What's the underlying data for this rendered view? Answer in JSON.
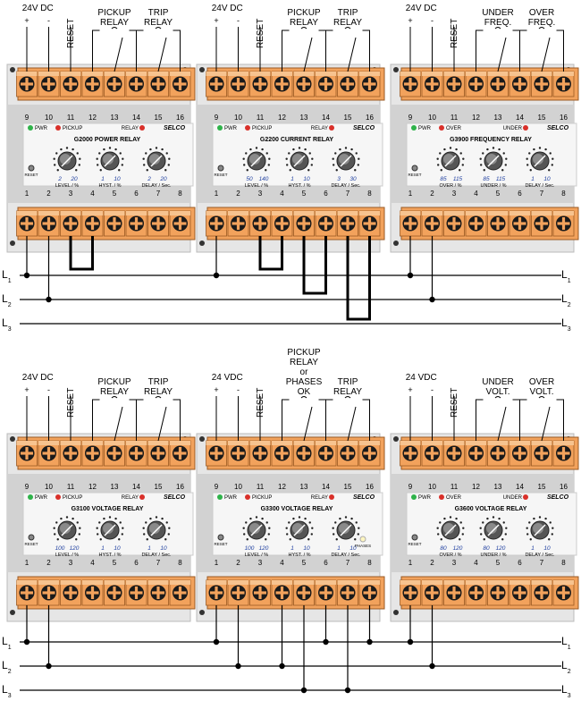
{
  "lines": [
    "L1",
    "L2",
    "L3"
  ],
  "relays": [
    {
      "model": "G2000 POWER RELAY",
      "top": {
        "supply": "24V DC",
        "supply_plus": "+",
        "supply_minus": "-",
        "reset": "RESET",
        "relay1": [
          "PICKUP",
          "RELAY"
        ],
        "relay2": [
          "TRIP",
          "RELAY"
        ]
      },
      "numbers_top": [
        "9",
        "10",
        "11",
        "12",
        "13",
        "14",
        "15",
        "16"
      ],
      "numbers_bottom": [
        "1",
        "2",
        "3",
        "4",
        "5",
        "6",
        "7",
        "8"
      ],
      "led_left": "PWR",
      "led_mid": "PICKUP",
      "led_right": "RELAY",
      "brand": "SELCO",
      "dials": [
        {
          "label": "LEVEL / %",
          "min": "2",
          "max": "20"
        },
        {
          "label": "HYST. / %",
          "min": "1",
          "max": "10"
        },
        {
          "label": "DELAY / Sec.",
          "min": "2",
          "max": "20"
        }
      ],
      "reset_label": "RESET",
      "phases_label": "",
      "bridges": [
        [
          3,
          4
        ]
      ],
      "lines_top": {
        "L1": 1,
        "L2": 2,
        "L3": null
      }
    },
    {
      "model": "G2200 CURRENT RELAY",
      "top": {
        "supply": "24V DC",
        "supply_plus": "+",
        "supply_minus": "-",
        "reset": "RESET",
        "relay1": [
          "PICKUP",
          "RELAY"
        ],
        "relay2": [
          "TRIP",
          "RELAY"
        ]
      },
      "numbers_top": [
        "9",
        "10",
        "11",
        "12",
        "13",
        "14",
        "15",
        "16"
      ],
      "numbers_bottom": [
        "1",
        "2",
        "3",
        "4",
        "5",
        "6",
        "7",
        "8"
      ],
      "led_left": "PWR",
      "led_mid": "PICKUP",
      "led_right": "RELAY",
      "brand": "SELCO",
      "dials": [
        {
          "label": "LEVEL / %",
          "min": "50",
          "max": "140"
        },
        {
          "label": "HYST. / %",
          "min": "1",
          "max": "10"
        },
        {
          "label": "DELAY / Sec.",
          "min": "3",
          "max": "30"
        }
      ],
      "reset_label": "RESET",
      "phases_label": "",
      "bridges": [
        [
          3,
          4
        ],
        [
          5,
          6
        ],
        [
          7,
          8
        ]
      ]
    },
    {
      "model": "G3900 FREQUENCY RELAY",
      "top": {
        "supply": "24V DC",
        "supply_plus": "+",
        "supply_minus": "-",
        "reset": "RESET",
        "relay1": [
          "UNDER",
          "FREQ."
        ],
        "relay2": [
          "OVER",
          "FREQ."
        ]
      },
      "numbers_top": [
        "9",
        "10",
        "11",
        "12",
        "13",
        "14",
        "15",
        "16"
      ],
      "numbers_bottom": [
        "1",
        "2",
        "3",
        "4",
        "5",
        "6",
        "7",
        "8"
      ],
      "led_left": "PWR",
      "led_mid": "OVER",
      "led_right": "UNDER",
      "brand": "SELCO",
      "dials": [
        {
          "label": "OVER / %",
          "min": "85",
          "max": "115"
        },
        {
          "label": "UNDER / %",
          "min": "85",
          "max": "115"
        },
        {
          "label": "DELAY / Sec.",
          "min": "1",
          "max": "10"
        }
      ],
      "reset_label": "RESET",
      "phases_label": ""
    },
    {
      "model": "G3100 VOLTAGE RELAY",
      "top": {
        "supply": "24V DC",
        "supply_plus": "+",
        "supply_minus": "-",
        "reset": "RESET",
        "relay1": [
          "PICKUP",
          "RELAY"
        ],
        "relay2": [
          "TRIP",
          "RELAY"
        ]
      },
      "numbers_top": [
        "9",
        "10",
        "11",
        "12",
        "13",
        "14",
        "15",
        "16"
      ],
      "numbers_bottom": [
        "1",
        "2",
        "3",
        "4",
        "5",
        "6",
        "7",
        "8"
      ],
      "led_left": "PWR",
      "led_mid": "PICKUP",
      "led_right": "RELAY",
      "brand": "SELCO",
      "dials": [
        {
          "label": "LEVEL / %",
          "min": "100",
          "max": "120"
        },
        {
          "label": "HYST. / %",
          "min": "1",
          "max": "10"
        },
        {
          "label": "DELAY / Sec.",
          "min": "1",
          "max": "10"
        }
      ],
      "reset_label": "RESET",
      "phases_label": ""
    },
    {
      "model": "G3300 VOLTAGE RELAY",
      "top": {
        "supply": "24 VDC",
        "supply_plus": "+",
        "supply_minus": "-",
        "reset": "RESET",
        "relay1": [
          "PICKUP",
          "RELAY",
          "or",
          "PHASES",
          "OK"
        ],
        "relay2": [
          "TRIP",
          "RELAY"
        ]
      },
      "numbers_top": [
        "9",
        "10",
        "11",
        "12",
        "13",
        "14",
        "15",
        "16"
      ],
      "numbers_bottom": [
        "1",
        "2",
        "3",
        "4",
        "5",
        "6",
        "7",
        "8"
      ],
      "led_left": "PWR",
      "led_mid": "PICKUP",
      "led_right": "RELAY",
      "brand": "SELCO",
      "dials": [
        {
          "label": "LEVEL / %",
          "min": "100",
          "max": "120"
        },
        {
          "label": "HYST. / %",
          "min": "1",
          "max": "10"
        },
        {
          "label": "DELAY / Sec.",
          "min": "1",
          "max": "10"
        }
      ],
      "reset_label": "RESET",
      "phases_label": "PHASES"
    },
    {
      "model": "G3600 VOLTAGE RELAY",
      "top": {
        "supply": "24 VDC",
        "supply_plus": "+",
        "supply_minus": "-",
        "reset": "RESET",
        "relay1": [
          "UNDER",
          "VOLT."
        ],
        "relay2": [
          "OVER",
          "VOLT."
        ]
      },
      "numbers_top": [
        "9",
        "10",
        "11",
        "12",
        "13",
        "14",
        "15",
        "16"
      ],
      "numbers_bottom": [
        "1",
        "2",
        "3",
        "4",
        "5",
        "6",
        "7",
        "8"
      ],
      "led_left": "PWR",
      "led_mid": "OVER",
      "led_right": "UNDER",
      "brand": "SELCO",
      "dials": [
        {
          "label": "OVER / %",
          "min": "80",
          "max": "120"
        },
        {
          "label": "UNDER / %",
          "min": "80",
          "max": "120"
        },
        {
          "label": "DELAY / Sec.",
          "min": "1",
          "max": "10"
        }
      ],
      "reset_label": "RESET",
      "phases_label": ""
    }
  ]
}
